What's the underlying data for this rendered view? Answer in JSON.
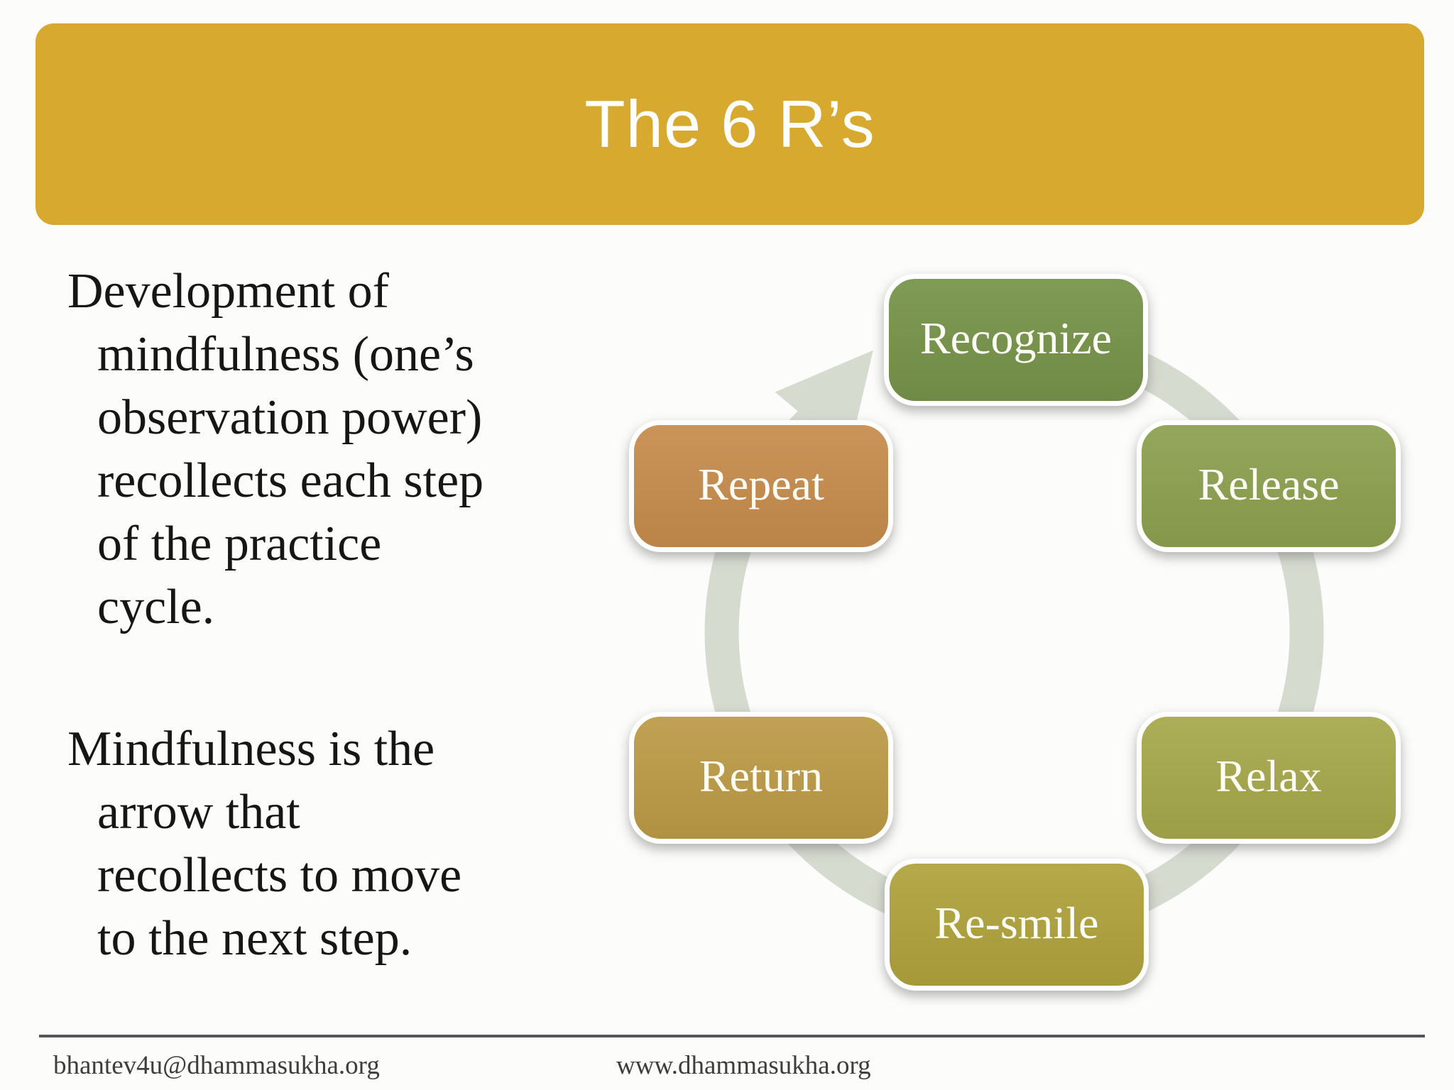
{
  "slide": {
    "title": "The 6 R’s",
    "body": {
      "p1_lines": [
        "Development of",
        "mindfulness (one’s",
        "observation power)",
        "recollects each step",
        "of the practice",
        "cycle."
      ],
      "p2_lines": [
        "Mindfulness is the",
        "arrow that",
        "recollects to move",
        "to the next step."
      ]
    },
    "cycle": {
      "ring_color": "#d6dbd0",
      "steps": [
        {
          "label": "Recognize",
          "color": "#769349"
        },
        {
          "label": "Release",
          "color": "#8ca04f"
        },
        {
          "label": "Relax",
          "color": "#a6a84b"
        },
        {
          "label": "Re-smile",
          "color": "#afa23c"
        },
        {
          "label": "Return",
          "color": "#bc9a46"
        },
        {
          "label": "Repeat",
          "color": "#c68c4d"
        }
      ]
    },
    "footer": {
      "email": "bhantev4u@dhammasukha.org",
      "website": "www.dhammasukha.org"
    },
    "colors": {
      "banner": "#d7a92f",
      "title_text": "#ffffff",
      "body_text": "#161616",
      "footer_text": "#3d3d3d",
      "footer_line": "#55565a"
    }
  }
}
